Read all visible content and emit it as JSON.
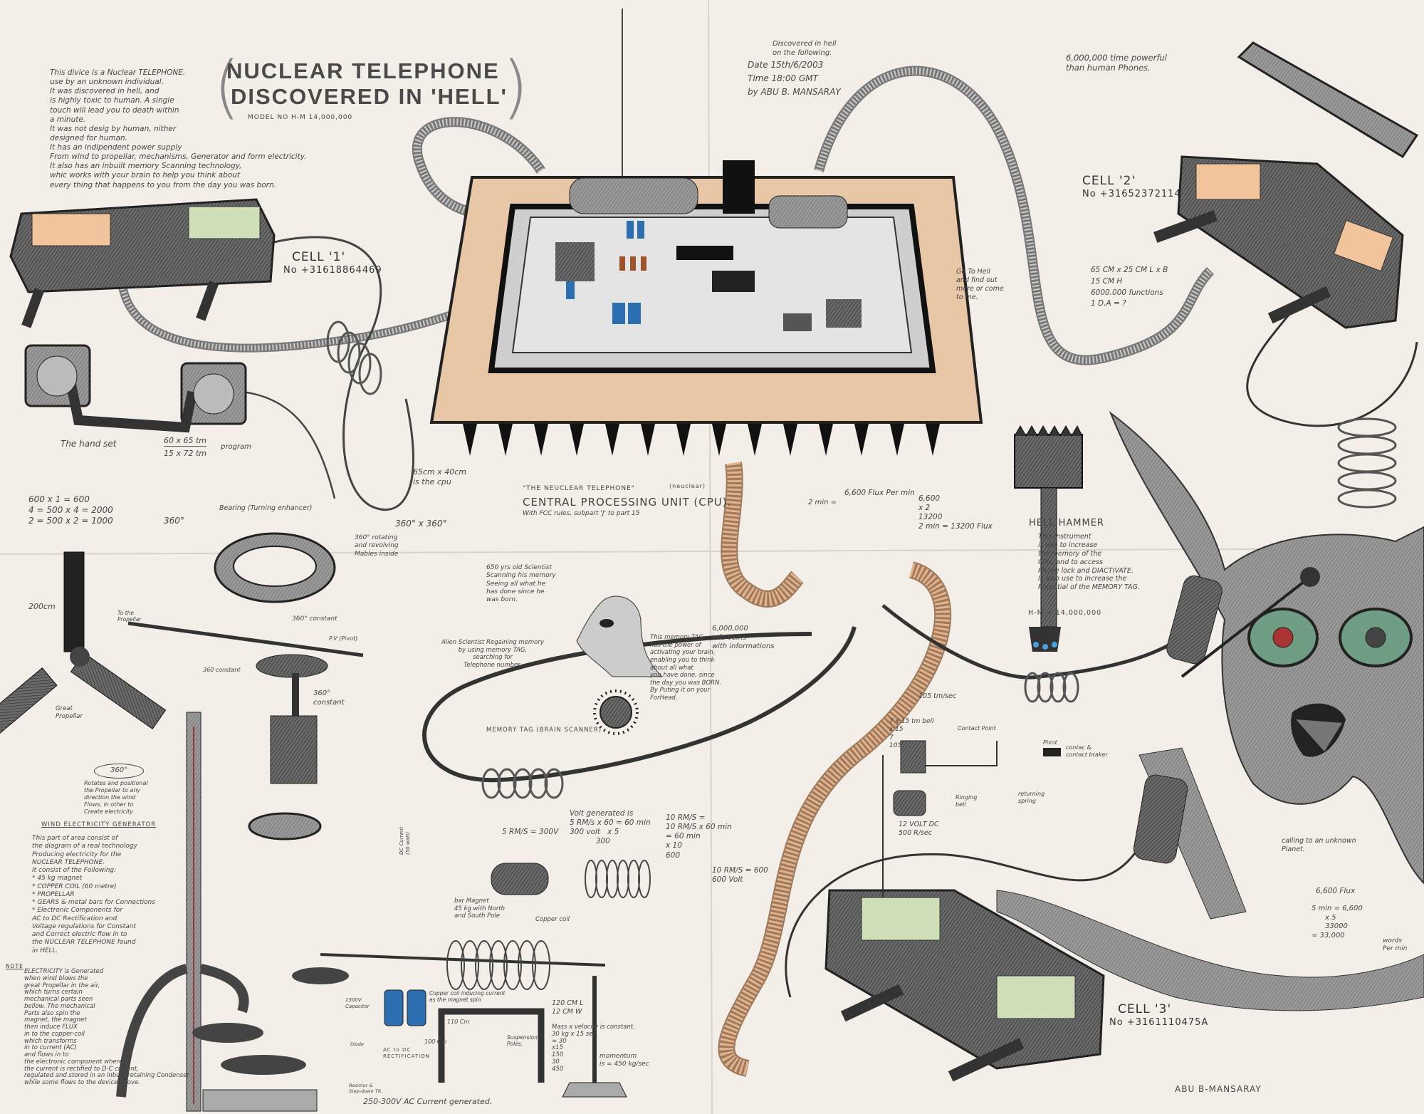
{
  "title": {
    "line1": "NUCLEAR TELEPHONE",
    "line2": "DISCOVERED IN 'HELL'",
    "model_no": "MODEL NO H-M 14,000,000"
  },
  "intro": "This divice is a Nuclear TELEPHONE.\nuse by an unknown individual.\nIt was discovered in hell, and\nis highly toxic to human. A single\ntouch will lead you to death within\na minute.\nIt was not desig by human, nither\ndesigned for human.\nIt has an indipendent power supply\nFrom wind to propellar, mechanisms, Generator and form electricity.\nIt also has an inbuilt memory Scanning technology,\nwhic works with your brain to help you think about\nevery thing that happens to you from the day you was born.",
  "discovery": {
    "heading": "Discovered in hell\non the following.",
    "date": "Date 15th/6/2003",
    "time": "Time 18:00 GMT",
    "by": "by ABU B. MANSARAY"
  },
  "power_note": "6,000,000 time powerful\nthan human Phones.",
  "cells": [
    {
      "name": "CELL '1'",
      "number": "No +31618864469"
    },
    {
      "name": "CELL '2'",
      "number": "No +31652372114"
    },
    {
      "name": "CELL '3'",
      "number": "No +3161110475A"
    }
  ],
  "handset": {
    "label": "The hand set",
    "program_top": "60 x 65 tm",
    "program_bottom": "15 x 72 tm",
    "program_word": "program"
  },
  "cpu": {
    "size": "65cm x 40cm\nis the cpu",
    "quote": "\"THE NEUCLEAR TELEPHONE\"",
    "name": "CENTRAL PROCESSING UNIT (CPU).",
    "note": "(neuclear)",
    "rules": "With FCC rules, subpart 'J' to part 15"
  },
  "calc_left": "600 x 1 = 600\n4 = 500 x 4 = 2000\n2 = 500 x 2 = 1000",
  "bearing": {
    "angle": "360°",
    "label": "Bearing (Turning enhancer)",
    "angle2": "360° x 360°",
    "rotating": "360° rotating\nand revolving\nMables inside"
  },
  "flux": {
    "rate": "6,600 Flux Per min",
    "two_min": "2 min =",
    "calc": "6,600\nx 2\n13200\n2 min = 13200 Flux"
  },
  "go_to_hell": "Go To Hell\nand find out\nmore or come\nto me.",
  "cell2_specs": "65 CM x 25 CM L x B\n15 CM H\n6000.000 functions\n1 D.A = ?",
  "hell_hammer": {
    "title": "HELL HAMMER",
    "desc": "This instrument\nis use to increase\nthe memory of the\nCPU, and to access\nPhone lock and DIACTIVATE.\nIs also use to increase the\nPotential of the MEMORY TAG.",
    "model": "H-M + 14,000,000"
  },
  "info_veins": "6,000,000\ninfo veins\nwith informations",
  "scientist": {
    "age": "650 yrs old Scientist\nScanning his memory\nSeeing all what he\nhas done since he\nwas born.",
    "alien": "Alien Scientist Regaining memory\nby using memory TAG,\nsearching for\nTelephone number.",
    "tag_desc": "This memory TAG\nhas the power of\nactivating your brain,\nenabling you to think\nabout all what\nyou have done, since\nthe day you was BORN.\nBy Puting it on your\nForHead.",
    "tag_label": "MEMORY TAG (BRAIN SCANNER)"
  },
  "volts": {
    "generated": "Volt generated is\n5 RM/s x 60 = 60 min\n300 volt   x 5\n           300",
    "five": "5 RM/S = 300V",
    "ten": "10 RM/S =\n10 RM/S x 60 min\n= 60 min\nx 10\n600",
    "ten_result": "10 RM/S = 600\n600 Volt"
  },
  "wind": {
    "blade_len": "200cm",
    "propellar": "Great\nPropellar",
    "to_propellar": "To the\nPropellar",
    "constant1": "360° constant",
    "pivot": "P.V (Pivot)",
    "constant2": "360°\nconstant",
    "constant3": "360 constant",
    "oval": "360°",
    "rotates": "Rotates and positional\nthe Propellar to any\ndirection the wind\nFlows, in other to\nCreate electricity",
    "heading": "WIND ELECTRICITY GENERATOR",
    "desc": "This part of area consist of\nthe diagram of a real technology\nProducing electricity for the\nNUCLEAR TELEPHONE.\nIt consist of the Following:\n* 45 kg magnet\n* COPPER COIL (60 metre)\n* PROPELLAR\n* GEARS & metal bars for Connections\n* Electronic Components for\nAC to DC Rectification and\nVoltage regulations for Constant\nand Correct electric flow in to\nthe NUCLEAR TELEPHONE found\nin HELL.",
    "note_label": "NOTE",
    "note": "ELECTRICITY is Generated\nwhen wind blows the\ngreat Propellar in the air,\nwhich turns certain\nmechanical parts seen\nbellow. The mechanical\nParts also spin the\nmagnet, the magnet\nthen induce FLUX\nin to the copper-coil\nwhich transforms\nin to current (AC)\nand flows in to\nthe electronic component where\nthe current is rectified to D-C current,\nregulated and stored in an inbuilt retaining Condenser\nwhile some flows to the device above."
  },
  "generator": {
    "magnet": "bar Magnet\n45 kg with North\nand South Pole",
    "coil": "Copper coil",
    "inducing": "Copper coil inducing current\nas the magnet spin",
    "capacitor": "1500V\nCapacitor",
    "width": "110 Cm",
    "height": "100 Cm",
    "poles": "Suspension\nPoles.",
    "rectify": "AC to DC\nRECTIFICATION",
    "diode": "Diode",
    "resistor": "Resistor &\nStep-down TR.",
    "ac": "250-300V  AC Current generated.",
    "dims": "120 CM L\n12 CM W",
    "momentum": "Mass x velocity is constant.\n30 kg x 15 sec\n= 30\n x15\n  150\n  30\n  450",
    "momentum_result": "momentum\nis = 450 kg/sec",
    "current_note": "DC Current\n(50 watt)"
  },
  "bell": {
    "rate": "105 tm/sec",
    "calc": "7 x 15 tm bell\nx 15\n   7\n105",
    "contact": "Contact Point",
    "pivot": "Pivot",
    "breaker": "contac &\ncontact braker",
    "ringing": "Ringing\nbell",
    "spring": "returning\nspring",
    "motor": "12 VOLT DC\n500 R/sec"
  },
  "calling": "calling to an unknown\nPlanet.",
  "words": {
    "flux": "6,600 Flux",
    "calc": "5 min = 6,600\n      x 5\n      33000\n= 33,000",
    "unit": "words\nPer min"
  },
  "signature": "ABU B-MANSARAY",
  "colors": {
    "paper": "#f3efe8",
    "pencil": "#3a3a3a",
    "board": "#e8c7a6",
    "hose": "#e6b28a",
    "screen_orange": "#f2c49c",
    "screen_green": "#cfe0b8",
    "eye_green": "#6f9e84",
    "capacitor_blue": "#2b6fb0"
  }
}
